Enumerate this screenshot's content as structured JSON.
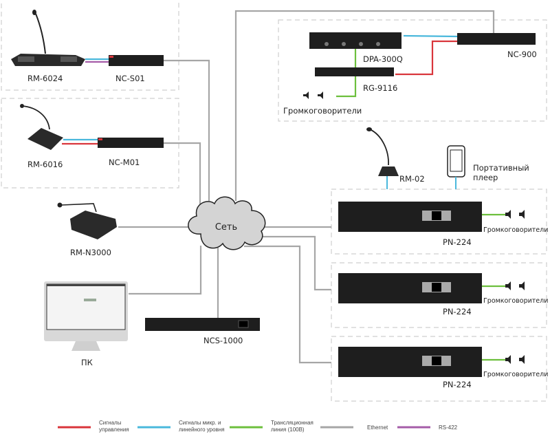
{
  "colors": {
    "control": "#d9353b",
    "audio": "#4ab8dc",
    "line100v": "#6cbf3c",
    "ethernet": "#a6a6a6",
    "rs422": "#a55ca8",
    "device": "#1e1e1e",
    "cloud": "#d4d4d4"
  },
  "network": {
    "label": "Сеть"
  },
  "groups": {
    "rm6024": {
      "mic_label": "RM-6024",
      "converter_label": "NC-S01"
    },
    "rm6016": {
      "mic_label": "RM-6016",
      "converter_label": "NC-M01"
    },
    "rack": {
      "amplifier_label": "DPA-300Q",
      "router_label": "RG-9116",
      "controller_label": "NC-900",
      "speakers_label": "Громкоговорители"
    },
    "zone1": {
      "mic_label": "RM-02",
      "player_label_line1": "Портативный",
      "player_label_line2": "плеер",
      "device_label": "PN-224",
      "speakers_label": "Громкоговорители"
    },
    "zone2": {
      "device_label": "PN-224",
      "speakers_label": "Громкоговорители"
    },
    "zone3": {
      "device_label": "PN-224",
      "speakers_label": "Громкоговорители"
    }
  },
  "standalone": {
    "rmn3000": {
      "label": "RM-N3000"
    },
    "pc": {
      "label": "ПК"
    },
    "ncs1000": {
      "label": "NCS-1000"
    }
  },
  "legend": [
    {
      "key": "control",
      "line1": "Сигналы",
      "line2": "управления"
    },
    {
      "key": "audio",
      "line1": "Сигналы микр. и",
      "line2": "линейного уровня"
    },
    {
      "key": "line100v",
      "line1": "Трансляционная",
      "line2": "линия (100В)"
    },
    {
      "key": "ethernet",
      "line1": "Ethernet",
      "line2": ""
    },
    {
      "key": "rs422",
      "line1": "RS-422",
      "line2": ""
    }
  ]
}
